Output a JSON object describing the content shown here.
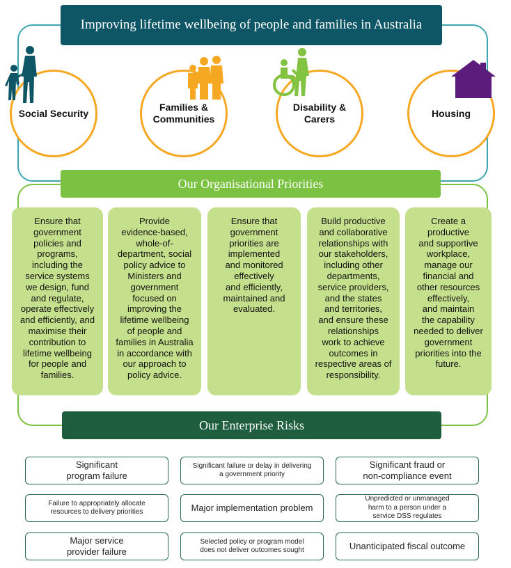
{
  "header": {
    "title": "Improving lifetime wellbeing of people and families in Australia"
  },
  "outcomes": [
    {
      "label": "Social Security",
      "icon": "family-walking-icon"
    },
    {
      "label": "Families &\nCommunities",
      "icon": "family-group-icon"
    },
    {
      "label": "Disability &\nCarers",
      "icon": "wheelchair-carer-icon"
    },
    {
      "label": "Housing",
      "icon": "house-icon"
    }
  ],
  "priorities": {
    "title": "Our Organisational Priorities",
    "items": [
      "Ensure that\ngovernment\npolicies and\nprograms,\nincluding the\nservice systems\nwe design, fund\nand regulate,\noperate effectively\nand efficiently, and\nmaximise their\ncontribution to\nlifetime wellbeing\nfor people and\nfamilies.",
      "Provide\nevidence-based,\nwhole-of-\ndepartment, social\npolicy advice to\nMinisters and\ngovernment\nfocused on\nimproving the\nlifetime wellbeing\nof people and\nfamilies in Australia\nin accordance with\nour approach to\npolicy advice.",
      "Ensure that\ngovernment\npriorities are\nimplemented\nand monitored\neffectively\nand efficiently,\nmaintained and\nevaluated.",
      "Build productive\nand collaborative\nrelationships with\nour stakeholders,\nincluding other\ndepartments,\nservice providers,\nand the states\nand territories,\nand ensure these\nrelationships\nwork to achieve\noutcomes in\nrespective areas of\nresponsibility.",
      "Create a\nproductive\nand supportive\nworkplace,\nmanage our\nfinancial and\nother resources\neffectively,\nand maintain\nthe capability\nneeded to deliver\ngovernment\npriorities into the\nfuture."
    ]
  },
  "risks": {
    "title": "Our Enterprise Risks",
    "items": [
      "Significant\nprogram failure",
      "Significant failure or delay in delivering\na government priority",
      "Significant fraud or\nnon-compliance event",
      "Failure to appropriately allocate\nresources to delivery priorities",
      "Major implementation problem",
      "Unpredicted or unmanaged\nharm to a person under a\nservice DSS regulates",
      "Major service\nprovider failure",
      "Selected policy or program model\ndoes not deliver outcomes sought",
      "Unanticipated fiscal outcome"
    ]
  },
  "colors": {
    "dark_teal": "#0e5666",
    "teal_frame": "#3aa7b0",
    "light_green": "#7cc242",
    "pale_green": "#c5e08c",
    "dark_green": "#1e5e3e",
    "orange": "#f7a823",
    "purple": "#5b1c7c",
    "icon_green": "#82c341"
  }
}
